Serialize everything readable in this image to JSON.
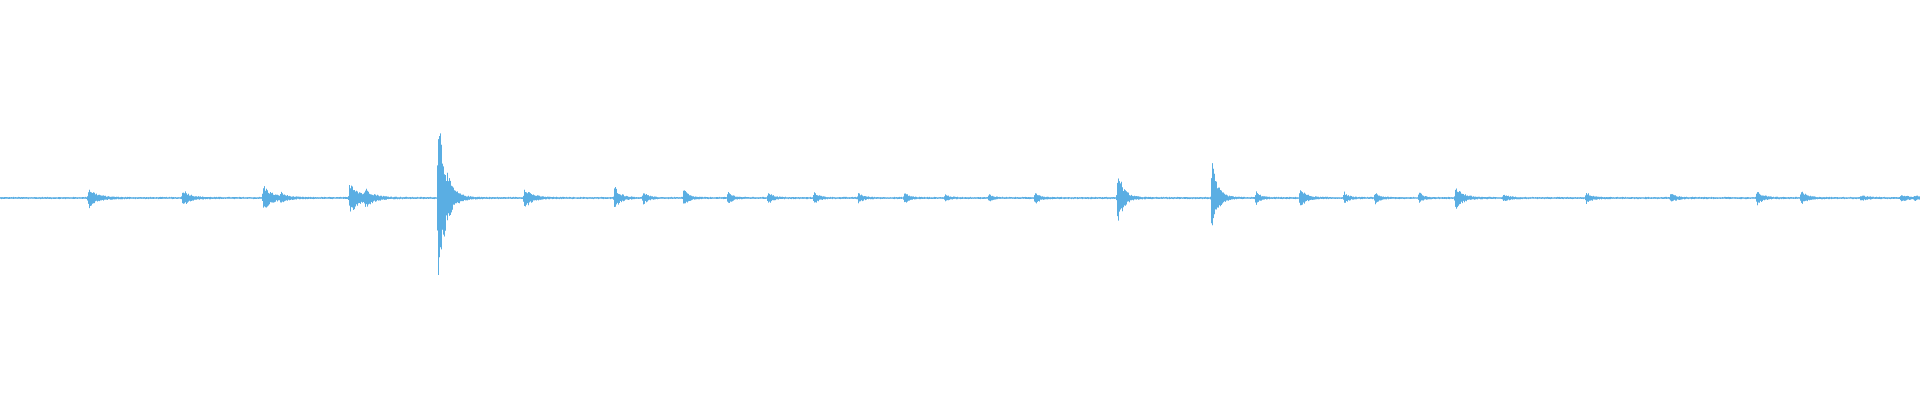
{
  "waveform": {
    "color": "#5aaee3",
    "baseline_level": 0.01,
    "transients": [
      {
        "t": 0.046,
        "amp": 0.09,
        "decay": 0.012
      },
      {
        "t": 0.095,
        "amp": 0.08,
        "decay": 0.01
      },
      {
        "t": 0.137,
        "amp": 0.12,
        "decay": 0.012
      },
      {
        "t": 0.146,
        "amp": 0.04,
        "decay": 0.008
      },
      {
        "t": 0.182,
        "amp": 0.16,
        "decay": 0.014
      },
      {
        "t": 0.19,
        "amp": 0.06,
        "decay": 0.012
      },
      {
        "t": 0.228,
        "amp": 0.91,
        "decay": 0.01
      },
      {
        "t": 0.273,
        "amp": 0.1,
        "decay": 0.01
      },
      {
        "t": 0.32,
        "amp": 0.11,
        "decay": 0.008
      },
      {
        "t": 0.335,
        "amp": 0.06,
        "decay": 0.006
      },
      {
        "t": 0.356,
        "amp": 0.09,
        "decay": 0.006
      },
      {
        "t": 0.379,
        "amp": 0.06,
        "decay": 0.006
      },
      {
        "t": 0.4,
        "amp": 0.06,
        "decay": 0.006
      },
      {
        "t": 0.424,
        "amp": 0.06,
        "decay": 0.006
      },
      {
        "t": 0.447,
        "amp": 0.05,
        "decay": 0.006
      },
      {
        "t": 0.471,
        "amp": 0.05,
        "decay": 0.006
      },
      {
        "t": 0.492,
        "amp": 0.03,
        "decay": 0.006
      },
      {
        "t": 0.515,
        "amp": 0.03,
        "decay": 0.006
      },
      {
        "t": 0.539,
        "amp": 0.06,
        "decay": 0.006
      },
      {
        "t": 0.582,
        "amp": 0.28,
        "decay": 0.008
      },
      {
        "t": 0.631,
        "amp": 0.34,
        "decay": 0.008
      },
      {
        "t": 0.654,
        "amp": 0.06,
        "decay": 0.006
      },
      {
        "t": 0.677,
        "amp": 0.09,
        "decay": 0.008
      },
      {
        "t": 0.7,
        "amp": 0.05,
        "decay": 0.006
      },
      {
        "t": 0.716,
        "amp": 0.05,
        "decay": 0.006
      },
      {
        "t": 0.739,
        "amp": 0.05,
        "decay": 0.006
      },
      {
        "t": 0.758,
        "amp": 0.11,
        "decay": 0.01
      },
      {
        "t": 0.783,
        "amp": 0.03,
        "decay": 0.008
      },
      {
        "t": 0.826,
        "amp": 0.05,
        "decay": 0.008
      },
      {
        "t": 0.87,
        "amp": 0.04,
        "decay": 0.008
      },
      {
        "t": 0.915,
        "amp": 0.06,
        "decay": 0.008
      },
      {
        "t": 0.938,
        "amp": 0.06,
        "decay": 0.008
      },
      {
        "t": 0.969,
        "amp": 0.02,
        "decay": 0.01
      },
      {
        "t": 0.99,
        "amp": 0.03,
        "decay": 0.01
      },
      {
        "t": 0.997,
        "amp": 0.02,
        "decay": 0.006
      }
    ]
  }
}
